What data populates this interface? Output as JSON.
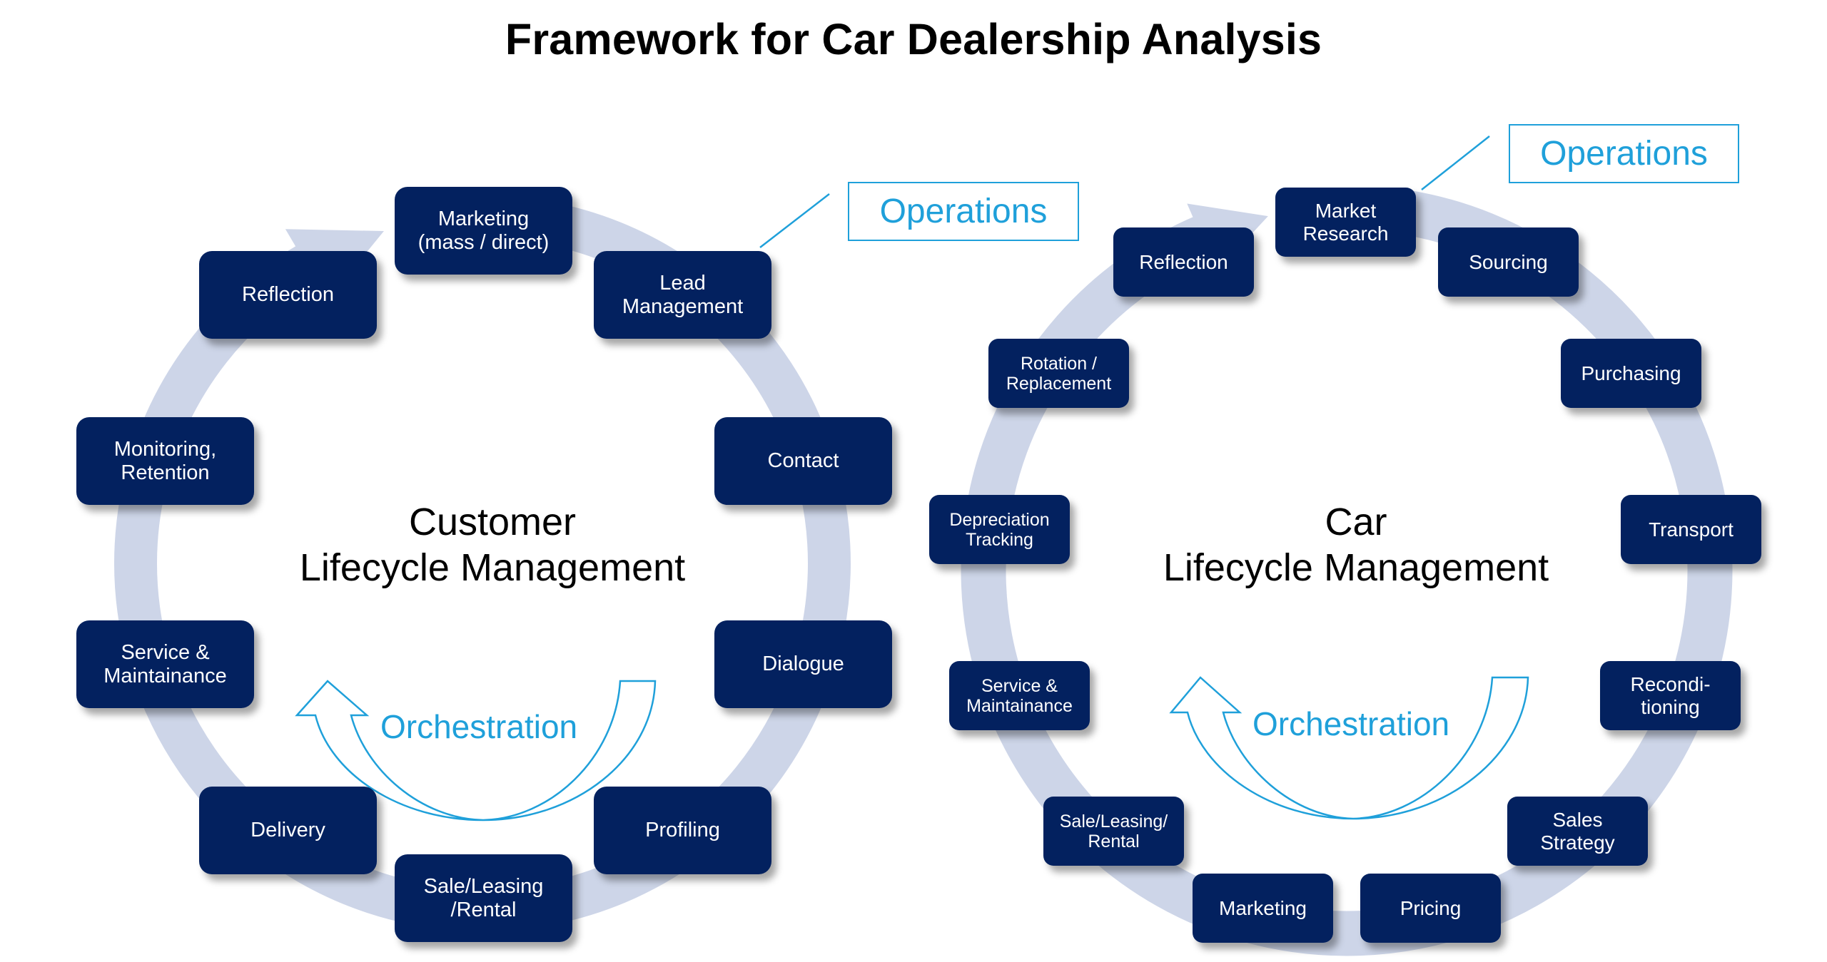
{
  "title": "Framework for Car Dealership Analysis",
  "colors": {
    "box_fill": "#03215F",
    "ring": "#CDD5E8",
    "accent": "#1FA0DA",
    "text_dark": "#000000"
  },
  "customer_cycle": {
    "center_label": "Customer\nLifecycle Management",
    "orchestration_label": "Orchestration",
    "operations_label": "Operations",
    "steps": [
      "Marketing\n(mass / direct)",
      "Lead\nManagement",
      "Contact",
      "Dialogue",
      "Profiling",
      "Sale/Leasing\n/Rental",
      "Delivery",
      "Service &\nMaintainance",
      "Monitoring,\nRetention",
      "Reflection"
    ]
  },
  "car_cycle": {
    "center_label": "Car\nLifecycle Management",
    "orchestration_label": "Orchestration",
    "operations_label": "Operations",
    "steps": [
      "Market\nResearch",
      "Sourcing",
      "Purchasing",
      "Transport",
      "Recondi-\ntioning",
      "Sales\nStrategy",
      "Pricing",
      "Marketing",
      "Sale/Leasing/\nRental",
      "Service &\nMaintainance",
      "Depreciation\nTracking",
      "Rotation /\nReplacement",
      "Reflection"
    ]
  }
}
